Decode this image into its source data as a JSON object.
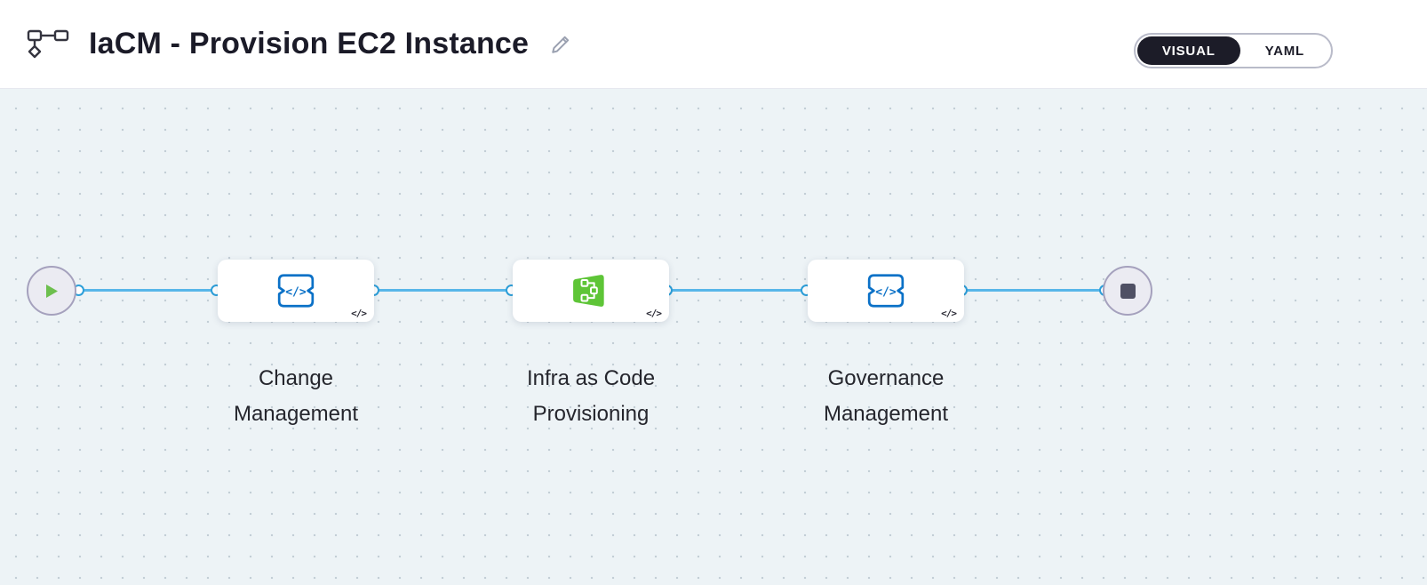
{
  "header": {
    "title": "IaCM - Provision EC2 Instance",
    "icons": {
      "pipeline": "pipeline-icon",
      "edit": "edit-pencil-icon"
    },
    "toggle": {
      "visual": "VISUAL",
      "yaml": "YAML",
      "selected": "VISUAL"
    }
  },
  "canvas": {
    "start_node": "play",
    "end_node": "stop",
    "stages": [
      {
        "id": "change-management",
        "label": "Change Management",
        "icon": "code-step-blue-icon",
        "badge": "</>"
      },
      {
        "id": "infra-as-code-provisioning",
        "label": "Infra as Code Provisioning",
        "icon": "infra-provision-green-icon",
        "badge": "</>"
      },
      {
        "id": "governance-management",
        "label": "Governance Management",
        "icon": "code-step-blue-icon",
        "badge": "</>"
      }
    ]
  },
  "colors": {
    "accent_blue": "#0b71c7",
    "connector_blue": "#58b6e9",
    "toggle_dark": "#1c1c28",
    "stage_green": "#5ec537",
    "canvas_bg": "#edf3f6",
    "play_green": "#6dbf4e",
    "stop_gray": "#4f5064"
  }
}
